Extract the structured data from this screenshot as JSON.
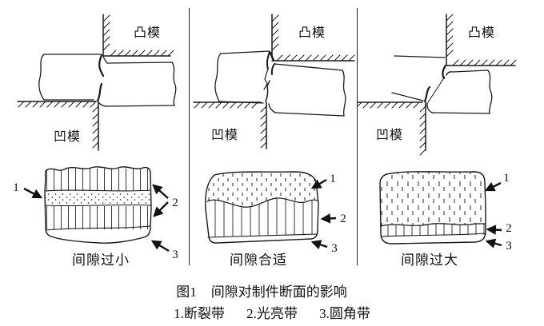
{
  "figure": {
    "caption_label": "图1",
    "caption_title": "间隙对制件断面的影响",
    "legend_item1": "1.断裂带",
    "legend_item2": "2.光亮带",
    "legend_item3": "3.圆角带"
  },
  "panels": [
    {
      "punch_label": "凸模",
      "die_label": "凹模",
      "caption": "间隙过小",
      "marker1": "1",
      "marker2": "2",
      "marker3": "3"
    },
    {
      "punch_label": "凸模",
      "die_label": "凹模",
      "caption": "间隙合适",
      "marker1": "1",
      "marker2": "2",
      "marker3": "3"
    },
    {
      "punch_label": "凸模",
      "die_label": "凹模",
      "caption": "间隙过大",
      "marker1": "1",
      "marker2": "2",
      "marker3": "3"
    }
  ],
  "colors": {
    "ink": "#1a1a1a",
    "background": "#ffffff"
  }
}
